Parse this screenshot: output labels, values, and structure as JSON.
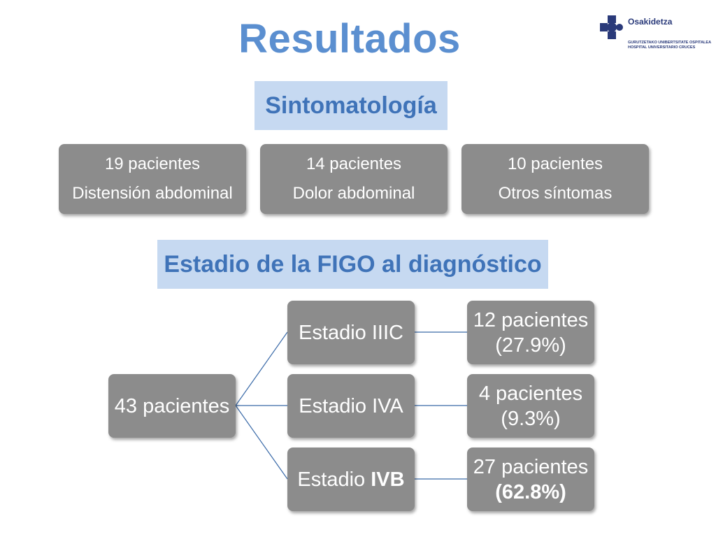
{
  "title": "Resultados",
  "logo": {
    "name": "Osakidetza",
    "subtitle_1": "GURUTZETAKO UNIBERTSITATE OSPITALEA",
    "subtitle_2": "HOSPITAL UNIVERSITARIO CRUCES"
  },
  "symptoms_section": {
    "heading": "Sintomatología",
    "items": [
      {
        "count": "19 pacientes",
        "label": "Distensión abdominal"
      },
      {
        "count": "14 pacientes",
        "label": "Dolor abdominal"
      },
      {
        "count": "10 pacientes",
        "label": "Otros síntomas"
      }
    ]
  },
  "figo_section": {
    "heading": "Estadio de la FIGO al diagnóstico",
    "root": "43 pacientes",
    "stages": [
      {
        "prefix": "Estadio IIIC",
        "suffix": "",
        "line1": "12 pacientes",
        "line2": "(27.9%)"
      },
      {
        "prefix": "Estadio IVA",
        "suffix": "",
        "line1": "4 pacientes",
        "line2": "(9.3%)"
      },
      {
        "prefix": "Estadio ",
        "suffix": "IVB",
        "line1": "27 pacientes",
        "line2": "(62.8%)"
      }
    ]
  },
  "colors": {
    "title": "#5b8fd0",
    "heading_bg": "#c6d9f1",
    "heading_text": "#3f73b8",
    "box": "#8c8c8c",
    "connector": "#3a6aa8"
  }
}
